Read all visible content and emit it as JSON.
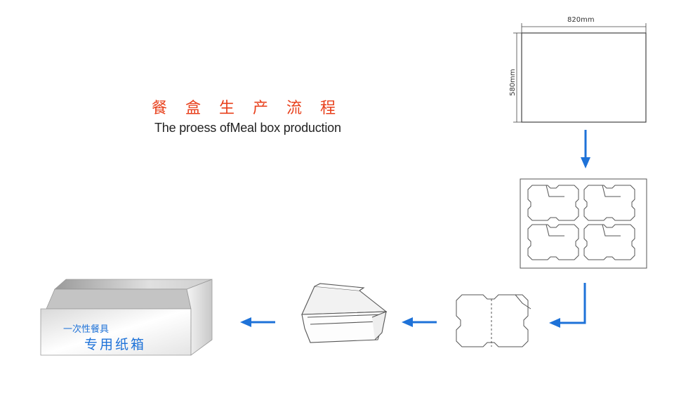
{
  "title": {
    "chinese": "餐盒生产流程",
    "english": "The proess ofMeal box production"
  },
  "sheet": {
    "width_label": "820mm",
    "height_label": "580mm"
  },
  "carton": {
    "label_line_1": "一次性餐具",
    "label_line_2": "专用纸箱"
  },
  "colors": {
    "title_red": "#e8401c",
    "arrow_blue": "#1e72d8",
    "outline": "#555555"
  },
  "steps": [
    "flat-sheet",
    "formed-tray-sheet",
    "cut-blank",
    "folded-meal-box",
    "packing-carton"
  ]
}
